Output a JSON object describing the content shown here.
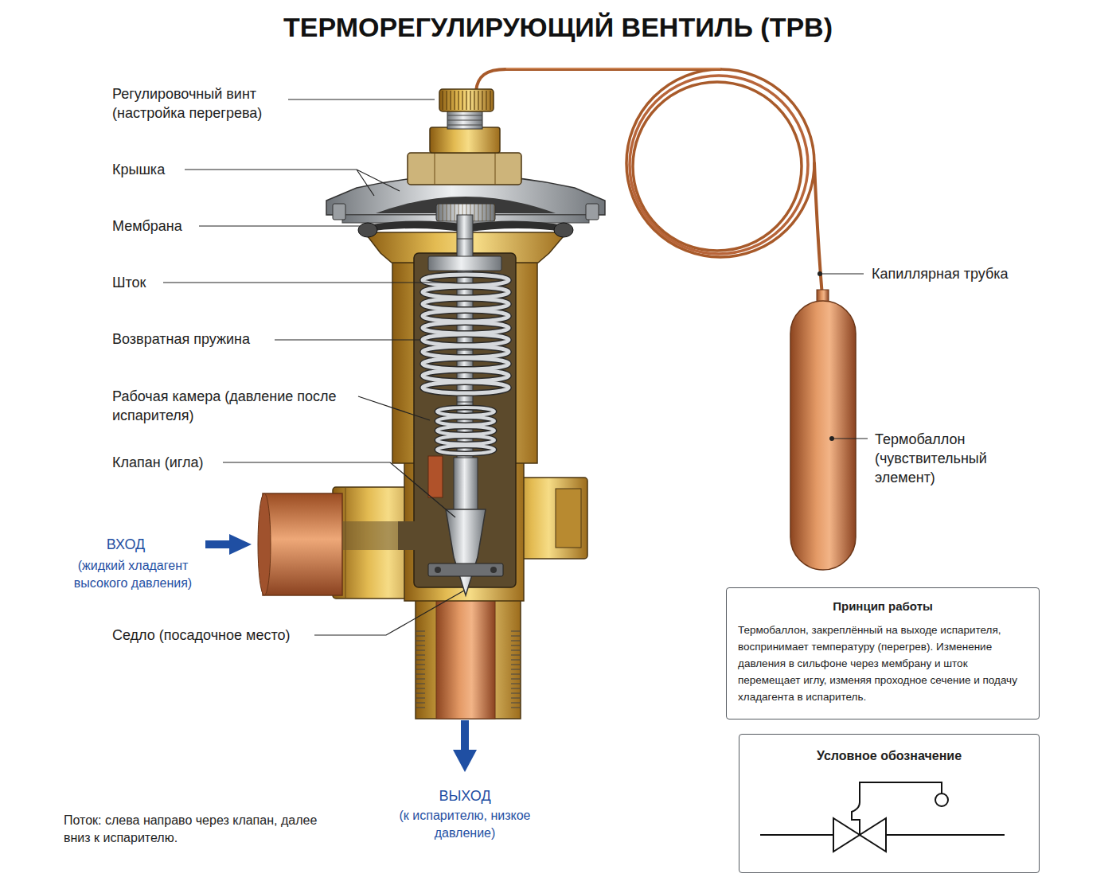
{
  "diagram": {
    "title": "ТЕРМОРЕГУЛИРУЮЩИЙ ВЕНТИЛЬ (ТРВ)",
    "nodes": [
      {
        "text": [
          "Принцип работы",
          "Термобаллон, закреплённый на выходе испарителя, воспринимает температуру (перегрев). Изменение давления в сильфоне через мембрану и шток перемещает иглу, изменяя проходное сечение и подачу хладагента в испаритель."
        ]
      },
      {
        "text": [
          "Условное обозначение"
        ]
      }
    ],
    "labels": [
      "Регулировочный винт (настройка перегрева)",
      "Крышка",
      "Мембрана",
      "Шток",
      "Возвратная пружина",
      "Рабочая камера (давление после испарителя)",
      "Клапан (игла)",
      "ВХОД",
      "(жидкий хладагент высокого давления)",
      "Седло (посадочное место)",
      "ВЫХОД",
      "(к испарителю, низкое давление)",
      "Поток: слева направо через клапан, далее вниз к испарителю.",
      "Капиллярная трубка",
      "Термобаллон (чувствительный элемент)"
    ]
  }
}
